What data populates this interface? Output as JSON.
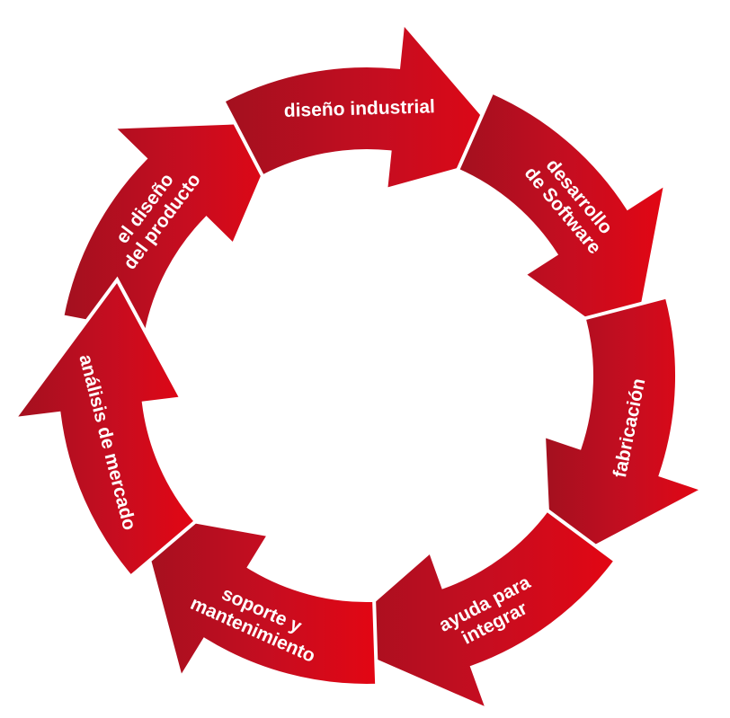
{
  "colors": {
    "arrow_dark": "#a3101f",
    "arrow_mid": "#c60d20",
    "arrow_light": "#e30613",
    "label": "#ffffff",
    "background": "#ffffff"
  },
  "cycle": {
    "direction": "clockwise",
    "steps": [
      {
        "lines": [
          "el diseño",
          "del producto"
        ]
      },
      {
        "lines": [
          "diseño industrial"
        ]
      },
      {
        "lines": [
          "desarrollo",
          "de Software"
        ]
      },
      {
        "lines": [
          "fabricación"
        ]
      },
      {
        "lines": [
          "ayuda para",
          "integrar"
        ]
      },
      {
        "lines": [
          "soporte y",
          "mantenimiento"
        ]
      },
      {
        "lines": [
          "análisis de mercado"
        ]
      }
    ]
  }
}
